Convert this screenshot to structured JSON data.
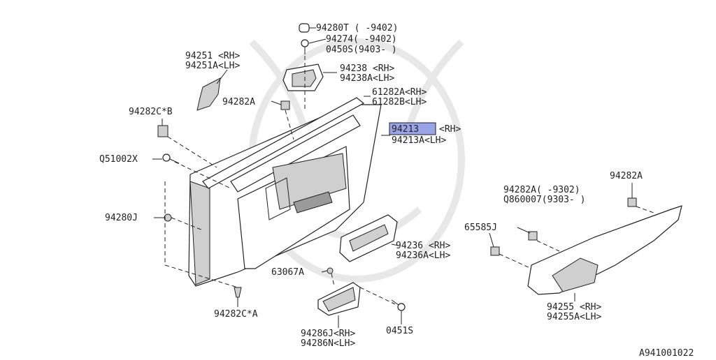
{
  "labels": {
    "p94280T": "94280T ( -9402)",
    "p94274": "94274( -9402)",
    "p0450S_range": "0450S(9403- )",
    "p94251": "94251 <RH>",
    "p94251A": "94251A<LH>",
    "p94238": "94238 <RH>",
    "p94238A": "94238A<LH>",
    "p61282A": "61282A<RH>",
    "p61282B": "61282B<LH>",
    "p94282A_top": "94282A",
    "p94282CB": "94282C*B",
    "p94213": "94213",
    "p94213_rh": "<RH>",
    "p94213A": "94213A<LH>",
    "pQ51002X": "Q51002X",
    "p94280J": "94280J",
    "p94282A_right": "94282A",
    "p94282A_range": "94282A( -9302)",
    "pQ860007": "Q860007(9303- )",
    "p65585J": "65585J",
    "p94236": "94236 <RH>",
    "p94236A": "94236A<LH>",
    "p63067A": "63067A",
    "p94282CA": "94282C*A",
    "p94255": "94255 <RH>",
    "p94255A": "94255A<LH>",
    "p94286J": "94286J<RH>",
    "p94286N": "94286N<LH>",
    "p0451S": "0451S",
    "diagram_id": "A941001022"
  },
  "colors": {
    "line": "#222222",
    "highlight": "#9aa3e6",
    "watermark": "#e6e6e6"
  }
}
